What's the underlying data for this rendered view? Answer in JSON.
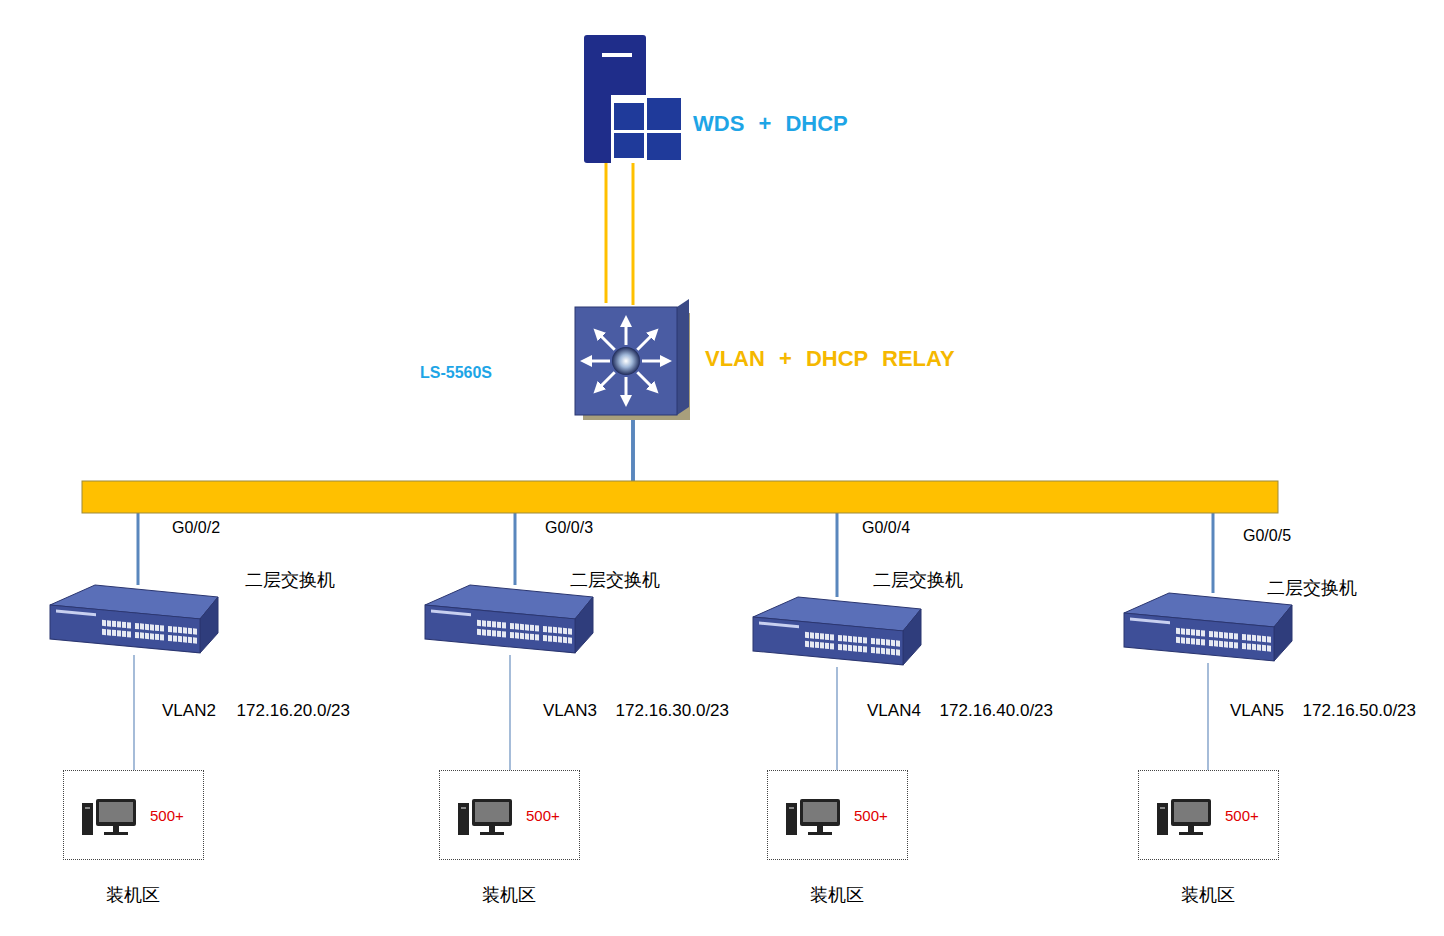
{
  "diagram": {
    "nodes": [
      {
        "text": [
          "WDS + DHCP"
        ]
      },
      {
        "text": [
          "LS-5560S",
          "VLAN + DHCP RELAY"
        ]
      },
      {
        "text": [
          "二层交换机"
        ]
      },
      {
        "text": [
          "二层交换机"
        ]
      },
      {
        "text": [
          "二层交换机"
        ]
      },
      {
        "text": [
          "二层交换机"
        ]
      },
      {
        "text": [
          "500+",
          "装机区"
        ]
      },
      {
        "text": [
          "500+",
          "装机区"
        ]
      },
      {
        "text": [
          "500+",
          "装机区"
        ]
      },
      {
        "text": [
          "500+",
          "装机区"
        ]
      }
    ],
    "edges": [
      {
        "from": 0,
        "to": 1,
        "arrow": "none"
      },
      {
        "from": 1,
        "to": 2,
        "arrow": "none",
        "label": "G0/0/2"
      },
      {
        "from": 1,
        "to": 3,
        "arrow": "none",
        "label": "G0/0/3"
      },
      {
        "from": 1,
        "to": 4,
        "arrow": "none",
        "label": "G0/0/4"
      },
      {
        "from": 1,
        "to": 5,
        "arrow": "none",
        "label": "G0/0/5"
      },
      {
        "from": 2,
        "to": 6,
        "arrow": "none",
        "label": "VLAN2 172.16.20.0/23"
      },
      {
        "from": 3,
        "to": 7,
        "arrow": "none",
        "label": "VLAN3 172.16.30.0/23"
      },
      {
        "from": 4,
        "to": 8,
        "arrow": "none",
        "label": "VLAN4 172.16.40.0/23"
      },
      {
        "from": 5,
        "to": 9,
        "arrow": "none",
        "label": "VLAN5 172.16.50.0/23"
      }
    ]
  }
}
